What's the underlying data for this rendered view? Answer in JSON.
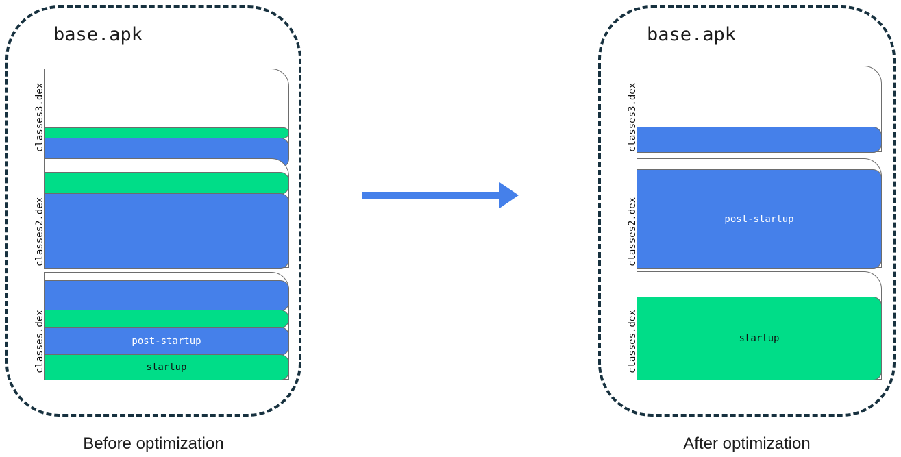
{
  "diagram": {
    "title": "APK dex layout before and after startup profile optimization",
    "accent_blue": "#4580ea",
    "accent_green": "#00dd88",
    "container_border": "#17313f",
    "segment_border": "#6d6d6d"
  },
  "panels": [
    {
      "id": "before",
      "apk_title": "base.apk",
      "caption": "Before optimization",
      "dex_files": [
        {
          "label": "classes3.dex",
          "segments": [
            {
              "kind": "empty",
              "label": "",
              "color": "#ffffff",
              "height_pct": 54
            },
            {
              "kind": "startup",
              "label": "",
              "color": "#00dd88",
              "height_pct": 11
            },
            {
              "kind": "post-startup",
              "label": "",
              "color": "#4580ea",
              "height_pct": 35
            }
          ]
        },
        {
          "label": "classes2.dex",
          "segments": [
            {
              "kind": "empty",
              "label": "",
              "color": "#ffffff",
              "height_pct": 13
            },
            {
              "kind": "startup",
              "label": "",
              "color": "#00dd88",
              "height_pct": 20
            },
            {
              "kind": "post-startup",
              "label": "",
              "color": "#4580ea",
              "height_pct": 67
            }
          ]
        },
        {
          "label": "classes.dex",
          "segments": [
            {
              "kind": "empty",
              "label": "",
              "color": "#ffffff",
              "height_pct": 8
            },
            {
              "kind": "post-startup",
              "label": "",
              "color": "#4580ea",
              "height_pct": 27
            },
            {
              "kind": "startup",
              "label": "",
              "color": "#00dd88",
              "height_pct": 16
            },
            {
              "kind": "post-startup",
              "label": "post-startup",
              "color": "#4580ea",
              "height_pct": 26
            },
            {
              "kind": "startup",
              "label": "startup",
              "color": "#00dd88",
              "height_pct": 23
            }
          ]
        }
      ]
    },
    {
      "id": "after",
      "apk_title": "base.apk",
      "caption": "After optimization",
      "dex_files": [
        {
          "label": "classes3.dex",
          "segments": [
            {
              "kind": "empty",
              "label": "",
              "color": "#ffffff",
              "height_pct": 71
            },
            {
              "kind": "post-startup",
              "label": "",
              "color": "#4580ea",
              "height_pct": 29
            }
          ]
        },
        {
          "label": "classes2.dex",
          "segments": [
            {
              "kind": "empty",
              "label": "",
              "color": "#ffffff",
              "height_pct": 10
            },
            {
              "kind": "post-startup",
              "label": "post-startup",
              "color": "#4580ea",
              "height_pct": 90
            }
          ]
        },
        {
          "label": "classes.dex",
          "segments": [
            {
              "kind": "empty",
              "label": "",
              "color": "#ffffff",
              "height_pct": 24
            },
            {
              "kind": "startup",
              "label": "startup",
              "color": "#00dd88",
              "height_pct": 76
            }
          ]
        }
      ]
    }
  ],
  "arrow": {
    "name": "transformation-arrow",
    "direction": "right",
    "color": "#4580ea"
  }
}
